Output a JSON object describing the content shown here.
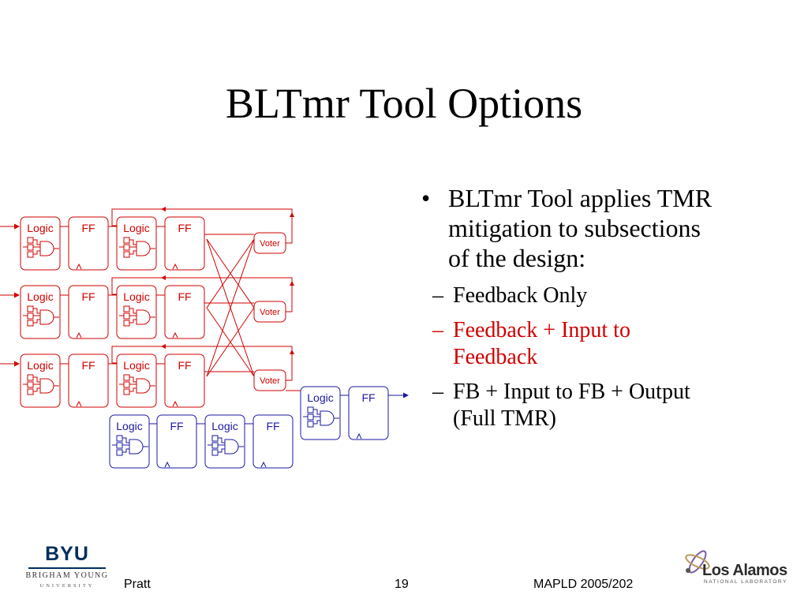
{
  "slide": {
    "title": "BLTmr Tool Options"
  },
  "bullets": {
    "main": "BLTmr Tool applies TMR mitigation to subsections of the design:",
    "subs": [
      {
        "text": "Feedback Only",
        "color": "#000000"
      },
      {
        "text": "Feedback + Input to Feedback",
        "color": "#d00000"
      },
      {
        "text": "FB + Input to FB + Output (Full TMR)",
        "color": "#000000"
      }
    ]
  },
  "diagram": {
    "logic_label": "Logic",
    "ff_label": "FF",
    "voter_label": "Voter",
    "colors": {
      "triplicated": "#d00000",
      "single": "#1a1aa0"
    }
  },
  "footer": {
    "author": "Pratt",
    "page": "19",
    "conference": "MAPLD 2005/202"
  },
  "logos": {
    "byu": {
      "mark": "BYU",
      "line1": "BRIGHAM YOUNG",
      "line2": "UNIVERSITY"
    },
    "lanl": {
      "name": "Los Alamos",
      "sub": "NATIONAL LABORATORY"
    }
  }
}
